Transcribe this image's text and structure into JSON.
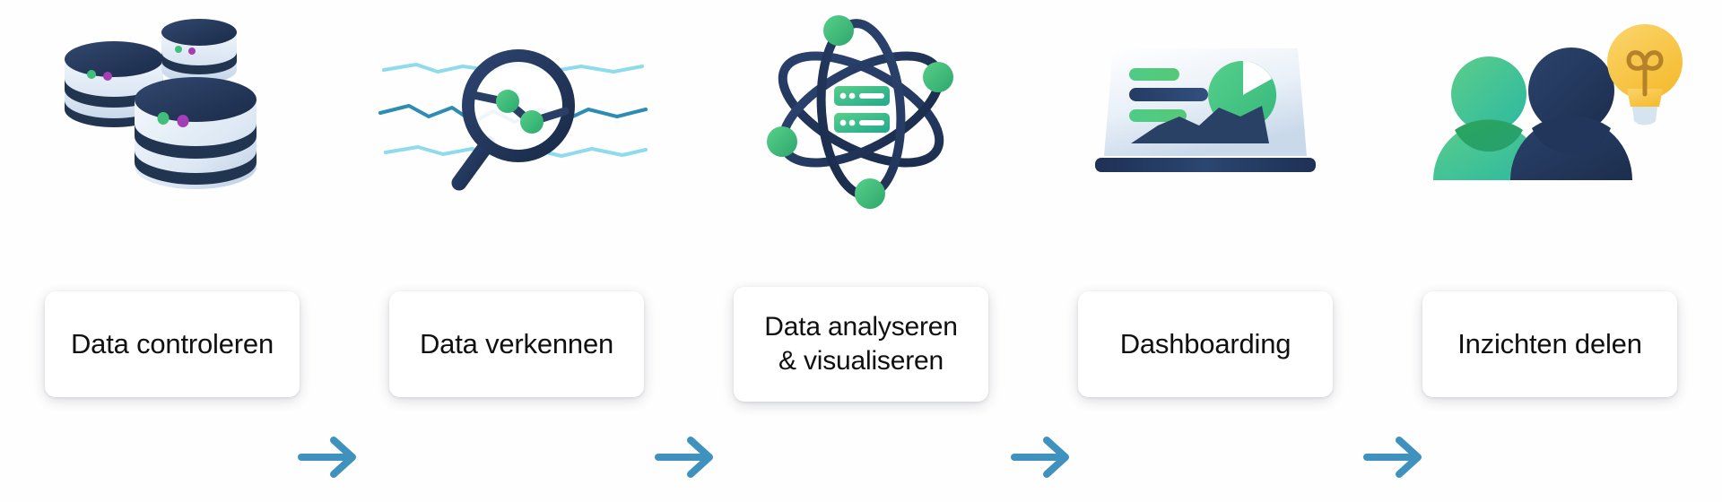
{
  "page": {
    "title": "Data workflow process",
    "background_color": "#fefefe",
    "language": "nl"
  },
  "theme": {
    "navy": "#23395d",
    "navy_dark": "#1d2f4e",
    "navy_deep": "#22365c",
    "green": "#4cc07f",
    "green_teal": "#3fbf91",
    "green_dark": "#2ba45f",
    "light_blue": "#dde7f2",
    "pale_blue": "#cfdcec",
    "arrow_blue": "#3e92bd",
    "wave_blue": "#7fd4e8",
    "wave_blue_dark": "#2d8cb4",
    "yellow": "#f8c council",
    "bulb_yellow": "#f9c846",
    "bulb_filament": "#b5822a",
    "bulb_base": "#d6e4f0",
    "purple": "#a23fb5",
    "card_bg": "#ffffff",
    "text": "#101010"
  },
  "steps": [
    {
      "id": "step-1",
      "label": "Data controleren",
      "label_lines": [
        "Data controleren"
      ],
      "icon": "databases-icon",
      "icon_description": "Three stacked cylindrical database drums with green and purple status LEDs"
    },
    {
      "id": "step-2",
      "label": "Data verkennen",
      "label_lines": [
        "Data verkennen"
      ],
      "icon": "magnifier-chart-icon",
      "icon_description": "Magnifying glass over wavy data lines with green data points"
    },
    {
      "id": "step-3",
      "label": "Data analyseren & visualiseren",
      "label_lines": [
        "Data analyseren",
        "& visualiseren"
      ],
      "icon": "atom-server-icon",
      "icon_description": "Atom orbits with green electrons around a green server rack"
    },
    {
      "id": "step-4",
      "label": "Dashboarding",
      "label_lines": [
        "Dashboarding"
      ],
      "icon": "dashboard-laptop-icon",
      "icon_description": "Laptop screen showing green bars, a pie chart and a navy area chart"
    },
    {
      "id": "step-5",
      "label": "Inzichten delen",
      "label_lines": [
        "Inzichten delen"
      ],
      "icon": "people-lightbulb-icon",
      "icon_description": "Two person silhouettes, green and navy, beside a yellow lightbulb"
    }
  ],
  "arrows": [
    {
      "id": "arrow-1",
      "icon": "arrow-right-icon",
      "from": "Data controleren",
      "to": "Data verkennen"
    },
    {
      "id": "arrow-2",
      "icon": "arrow-right-icon",
      "from": "Data verkennen",
      "to": "Data analyseren & visualiseren"
    },
    {
      "id": "arrow-3",
      "icon": "arrow-right-icon",
      "from": "Data analyseren & visualiseren",
      "to": "Dashboarding"
    },
    {
      "id": "arrow-4",
      "icon": "arrow-right-icon",
      "from": "Dashboarding",
      "to": "Inzichten delen"
    }
  ]
}
